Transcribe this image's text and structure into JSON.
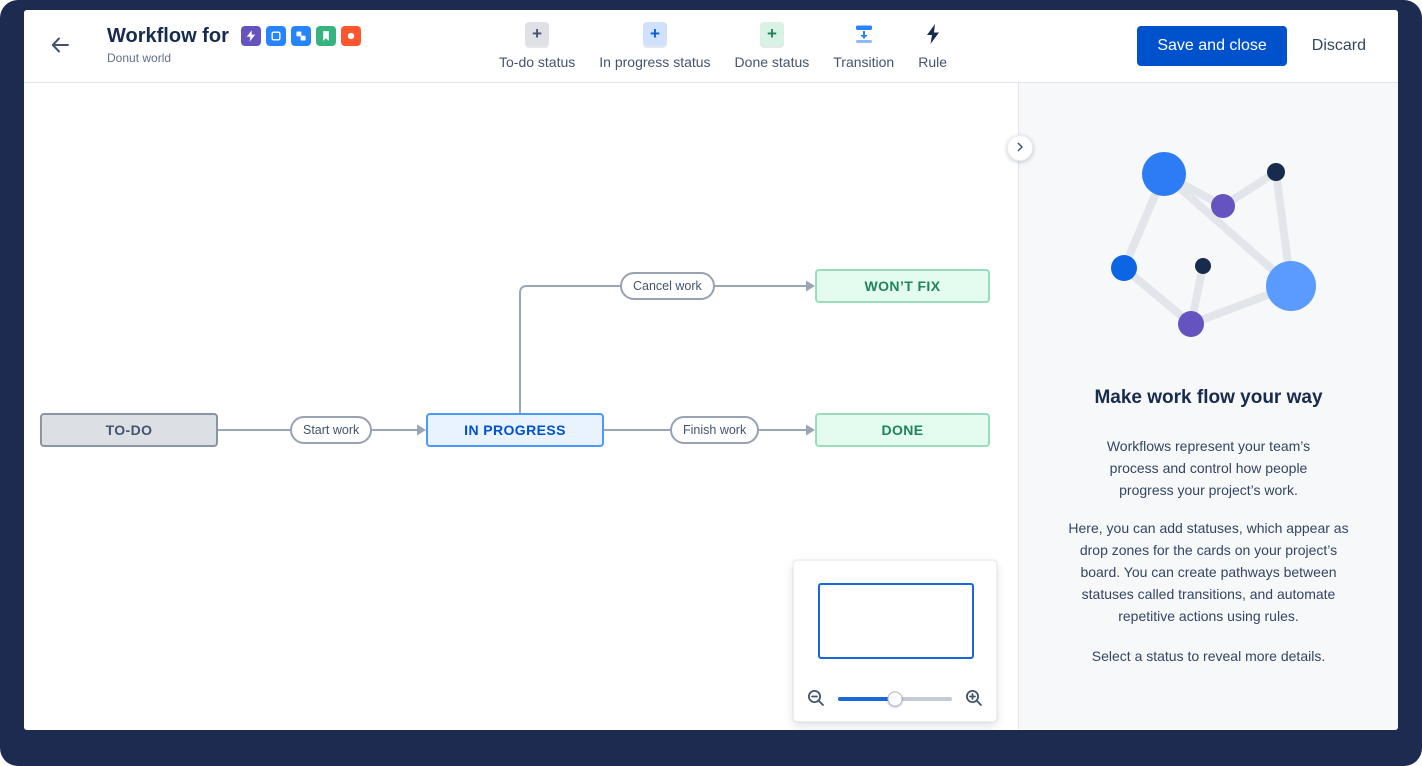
{
  "header": {
    "title": "Workflow for",
    "subtitle": "Donut world",
    "issue_types": [
      {
        "name": "epic",
        "color": "#6554c0"
      },
      {
        "name": "task",
        "color": "#2684ff"
      },
      {
        "name": "subtask",
        "color": "#2684ff"
      },
      {
        "name": "story",
        "color": "#36b37e"
      },
      {
        "name": "bug",
        "color": "#ff5630"
      }
    ],
    "toolbar": [
      {
        "label": "To-do status",
        "glyph": "+",
        "icon_bg": "#dfe1e6",
        "icon_color": "#44546f"
      },
      {
        "label": "In progress status",
        "glyph": "+",
        "icon_bg": "#cfe1fd",
        "icon_color": "#0b5cd7"
      },
      {
        "label": "Done status",
        "glyph": "+",
        "icon_bg": "#d8f3e4",
        "icon_color": "#1f845a"
      },
      {
        "label": "Transition"
      },
      {
        "label": "Rule"
      }
    ],
    "save_button": "Save and close",
    "discard_button": "Discard"
  },
  "canvas": {
    "statuses": [
      {
        "label": "TO-DO",
        "category": "todo"
      },
      {
        "label": "IN PROGRESS",
        "category": "in-progress"
      },
      {
        "label": "DONE",
        "category": "done"
      },
      {
        "label": "WON’T FIX",
        "category": "done"
      }
    ],
    "transitions": [
      {
        "label": "Start work",
        "from": "TO-DO",
        "to": "IN PROGRESS"
      },
      {
        "label": "Finish work",
        "from": "IN PROGRESS",
        "to": "DONE"
      },
      {
        "label": "Cancel work",
        "from": "IN PROGRESS",
        "to": "WON’T FIX"
      }
    ],
    "minimap": {
      "zoom_position": 0.5
    }
  },
  "sidebar": {
    "heading": "Make work flow your way",
    "paragraphs": [
      "Workflows represent your team’s process and control how people progress your project’s work.",
      "Here, you can add statuses, which appear as drop zones for the cards on your project’s board. You can create pathways between statuses called transitions, and automate repetitive actions using rules.",
      "Select a status to reveal more details."
    ]
  },
  "colors": {
    "frame": "#1d2b50",
    "primary_blue": "#0052cc",
    "status_todo_bg": "#dcdfe4",
    "status_inprogress_bg": "#e9f2ff",
    "status_done_bg": "#e3fcef",
    "edge_gray": "#9aa5b5",
    "sidebar_bg": "#f7f8f9"
  }
}
